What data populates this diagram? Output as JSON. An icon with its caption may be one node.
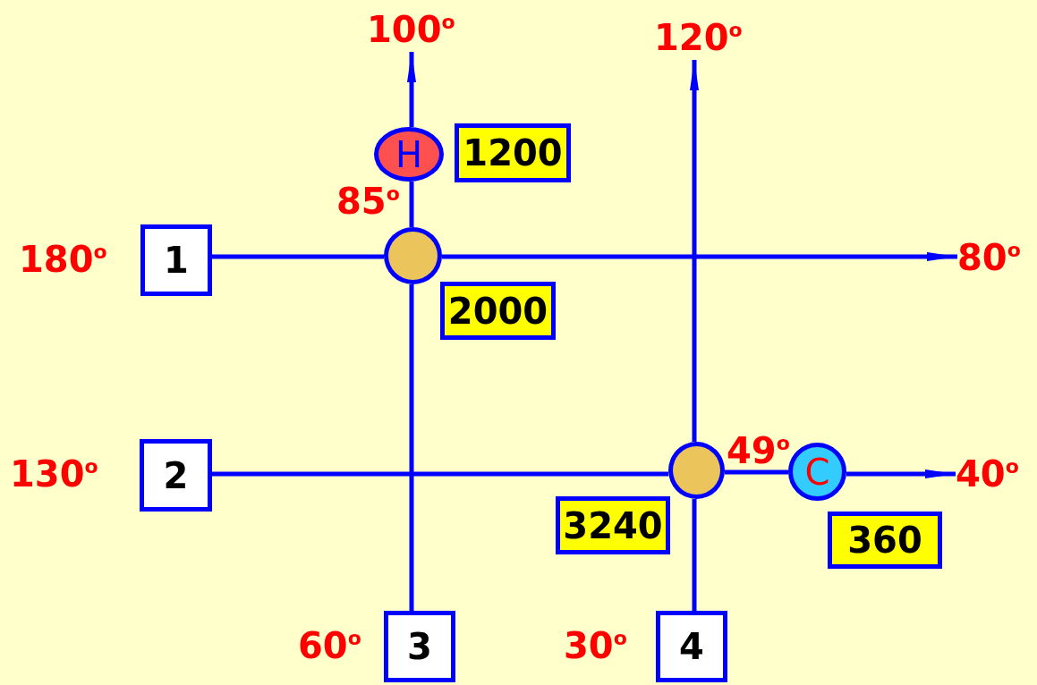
{
  "diagram": {
    "nodes": [
      {
        "text": [
          "1"
        ],
        "beside": [
          "180$^{o}$"
        ]
      },
      {
        "text": [
          "2"
        ],
        "beside": [
          "130$^{o}$"
        ]
      },
      {
        "text": [
          "3"
        ],
        "beside": [
          "60$^{o}$"
        ]
      },
      {
        "text": [
          "4"
        ],
        "beside": [
          "30$^{o}$"
        ]
      },
      {
        "text": [
          "H"
        ]
      },
      {
        "text": [],
        "shape": "circle"
      },
      {
        "text": [],
        "shape": "circle"
      },
      {
        "text": [
          "C"
        ]
      },
      {
        "text": [
          "1200"
        ]
      },
      {
        "text": [
          "2000"
        ]
      },
      {
        "text": [
          "3240"
        ]
      },
      {
        "text": [
          "360"
        ]
      },
      {
        "text": [
          "100$^{o}$"
        ]
      },
      {
        "text": [
          "120$^{o}$"
        ]
      },
      {
        "text": [
          "80$^{o}$"
        ]
      },
      {
        "text": [
          "40$^{o}$"
        ]
      }
    ],
    "edges": [
      {
        "from": 0,
        "to": 5,
        "arrow": "none"
      },
      {
        "from": 5,
        "to": 14,
        "arrow": "to"
      },
      {
        "from": 1,
        "to": 6,
        "arrow": "none"
      },
      {
        "from": 6,
        "to": 7,
        "arrow": "none"
      },
      {
        "from": 7,
        "to": 15,
        "arrow": "to"
      },
      {
        "from": 2,
        "to": 5,
        "arrow": "none"
      },
      {
        "from": 5,
        "to": 4,
        "arrow": "none"
      },
      {
        "from": 4,
        "to": 12,
        "arrow": "to"
      },
      {
        "from": 3,
        "to": 6,
        "arrow": "none"
      },
      {
        "from": 6,
        "to": 13,
        "arrow": "to"
      }
    ],
    "labels": [
      "85$^{o}$",
      "49$^{o}$"
    ]
  }
}
